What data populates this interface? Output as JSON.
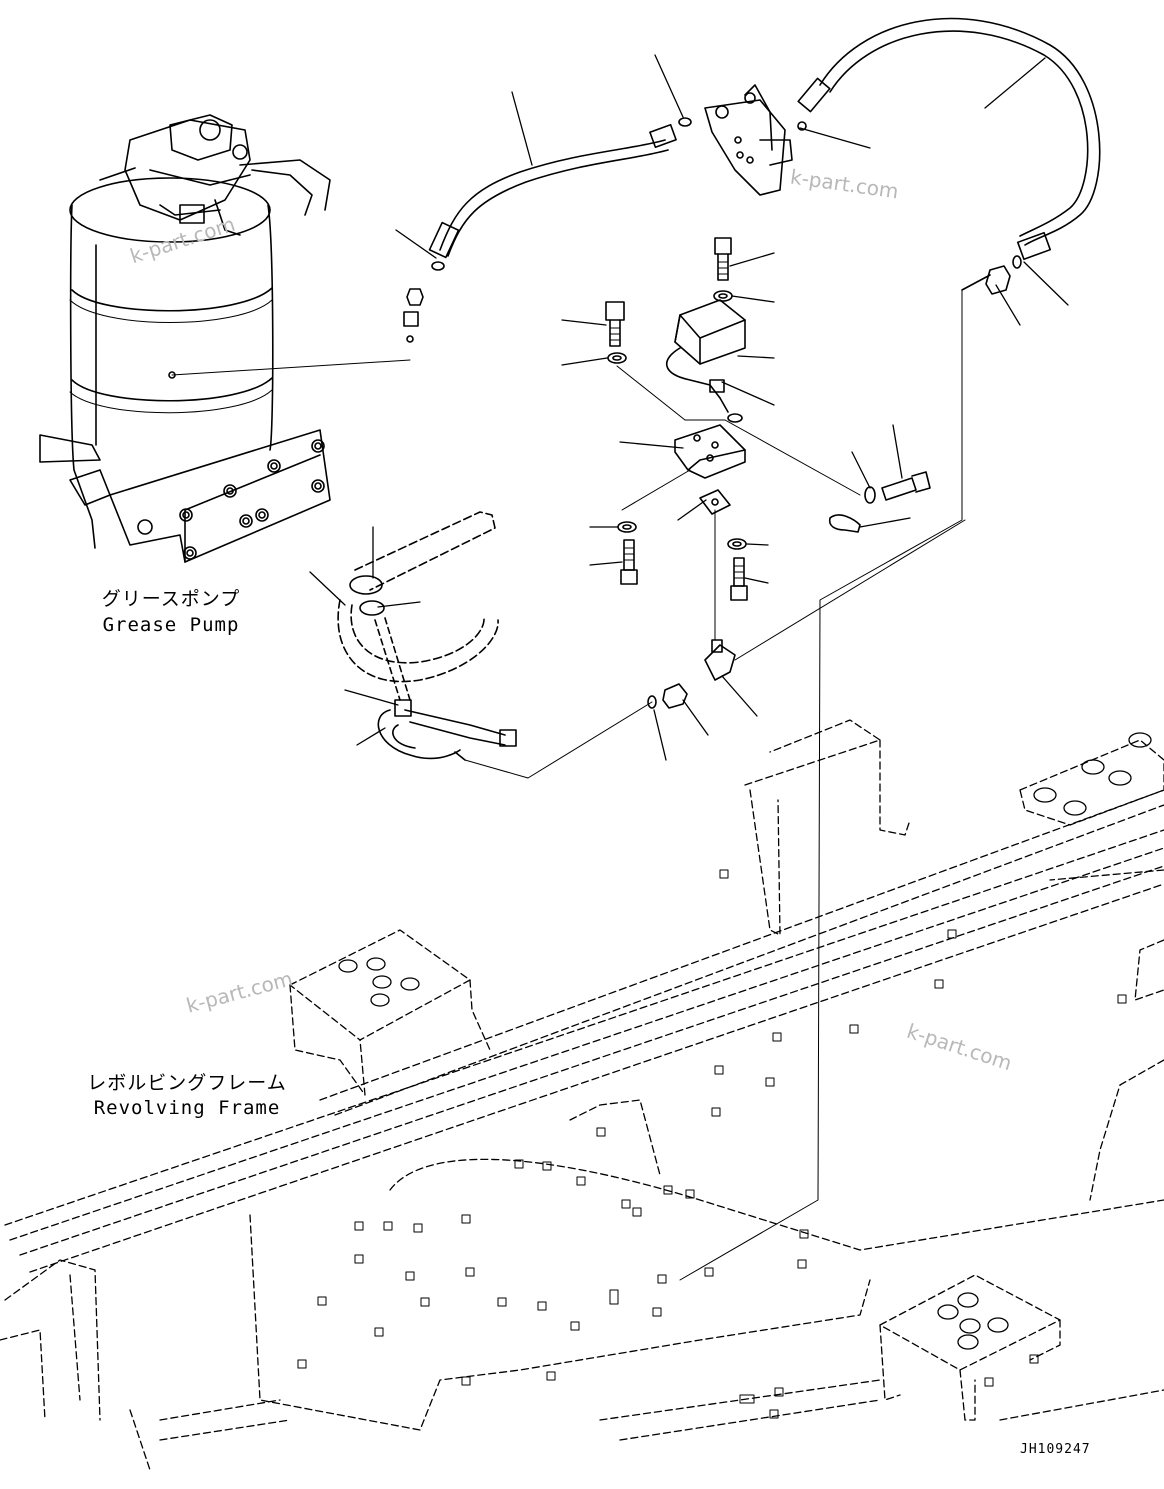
{
  "labels": {
    "grease_pump_jp": "グリースポンプ",
    "grease_pump_en": "Grease Pump",
    "revolving_frame_jp": "レボルビングフレーム",
    "revolving_frame_en": "Revolving Frame"
  },
  "watermarks": [
    "k-part.com",
    "k-part.com",
    "k-part.com",
    "k-part.com"
  ],
  "drawing_code": "JH109247",
  "colors": {
    "line": "#000000",
    "watermark": "#b8b8b8",
    "background": "#ffffff"
  }
}
